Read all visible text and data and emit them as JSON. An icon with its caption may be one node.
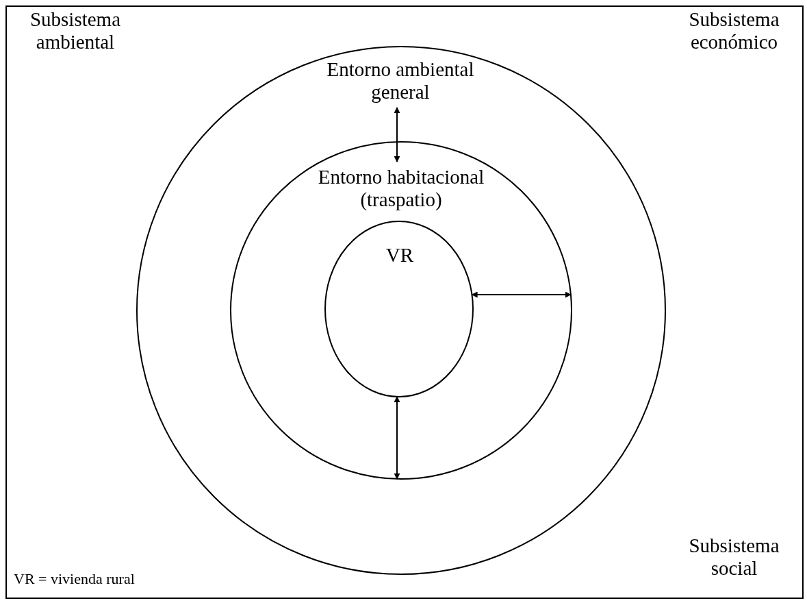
{
  "diagram": {
    "nodes": [
      {
        "text": [
          "Entorno ambiental general"
        ]
      },
      {
        "text": [
          "Entorno habitacional (traspatio)"
        ],
        "in": 0
      },
      {
        "text": [
          "VR"
        ],
        "in": 1
      }
    ],
    "edges": [
      {
        "from": 0,
        "to": 1,
        "arrow": "both"
      },
      {
        "from": 2,
        "to": 1,
        "arrow": "both"
      },
      {
        "from": 2,
        "to": 1,
        "arrow": "both"
      }
    ],
    "labels": [
      "Subsistema ambiental",
      "Subsistema económico",
      "Subsistema social",
      "VR = vivienda rural"
    ]
  }
}
